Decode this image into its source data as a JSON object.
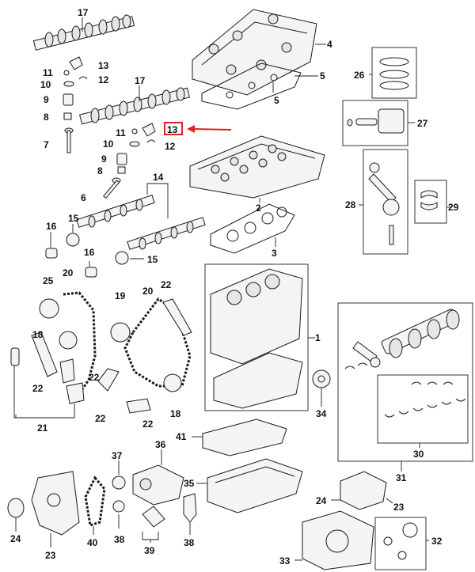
{
  "callouts": {
    "n1": "1",
    "n2": "2",
    "n3": "3",
    "n4": "4",
    "n5a": "5",
    "n5b": "5",
    "n6": "6",
    "n7": "7",
    "n8a": "8",
    "n8b": "8",
    "n9a": "9",
    "n9b": "9",
    "n10a": "10",
    "n10b": "10",
    "n11a": "11",
    "n11b": "11",
    "n12a": "12",
    "n12b": "12",
    "n13a": "13",
    "n13b": "13",
    "n14": "14",
    "n15a": "15",
    "n15b": "15",
    "n16a": "16",
    "n16b": "16",
    "n17a": "17",
    "n17b": "17",
    "n18a": "18",
    "n18b": "18",
    "n19": "19",
    "n20a": "20",
    "n20b": "20",
    "n21": "21",
    "n22a": "22",
    "n22b": "22",
    "n22c": "22",
    "n22d": "22",
    "n22e": "22",
    "n23a": "23",
    "n23b": "23",
    "n24a": "24",
    "n24b": "24",
    "n25": "25",
    "n26": "26",
    "n27": "27",
    "n28": "28",
    "n29": "29",
    "n30": "30",
    "n31": "31",
    "n32": "32",
    "n33": "33",
    "n34": "34",
    "n35": "35",
    "n36": "36",
    "n37": "37",
    "n38a": "38",
    "n38b": "38",
    "n39": "39",
    "n40": "40",
    "n41": "41"
  },
  "highlight": {
    "part": "13",
    "color": "#e02020"
  }
}
